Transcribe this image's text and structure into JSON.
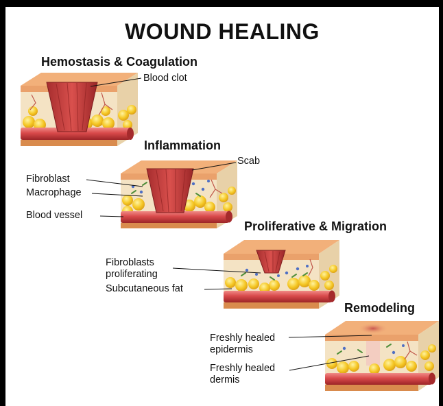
{
  "title": "WOUND HEALING",
  "stages": [
    {
      "title": "Hemostasis & Coagulation",
      "labels": [
        "Blood clot"
      ]
    },
    {
      "title": "Inflammation",
      "labels": [
        "Scab",
        "Fibroblast",
        "Macrophage",
        "Blood vessel"
      ]
    },
    {
      "title": "Proliferative & Migration",
      "labels": [
        "Fibroblasts\nproliferating",
        "Subcutaneous fat"
      ]
    },
    {
      "title": "Remodeling",
      "labels": [
        "Freshly healed\nepidermis",
        "Freshly healed\ndermis"
      ]
    }
  ],
  "colors": {
    "frame": "#000000",
    "skin_top": "#f2b07a",
    "skin_layer": "#f4e3c4",
    "fat": "#f5c724",
    "fat_shadow": "#e0a817",
    "vessel": "#d8494a",
    "vessel_dark": "#a52a2c",
    "wound": "#c23a3b",
    "wound_dark": "#8e2222",
    "base": "#d98b4d"
  }
}
